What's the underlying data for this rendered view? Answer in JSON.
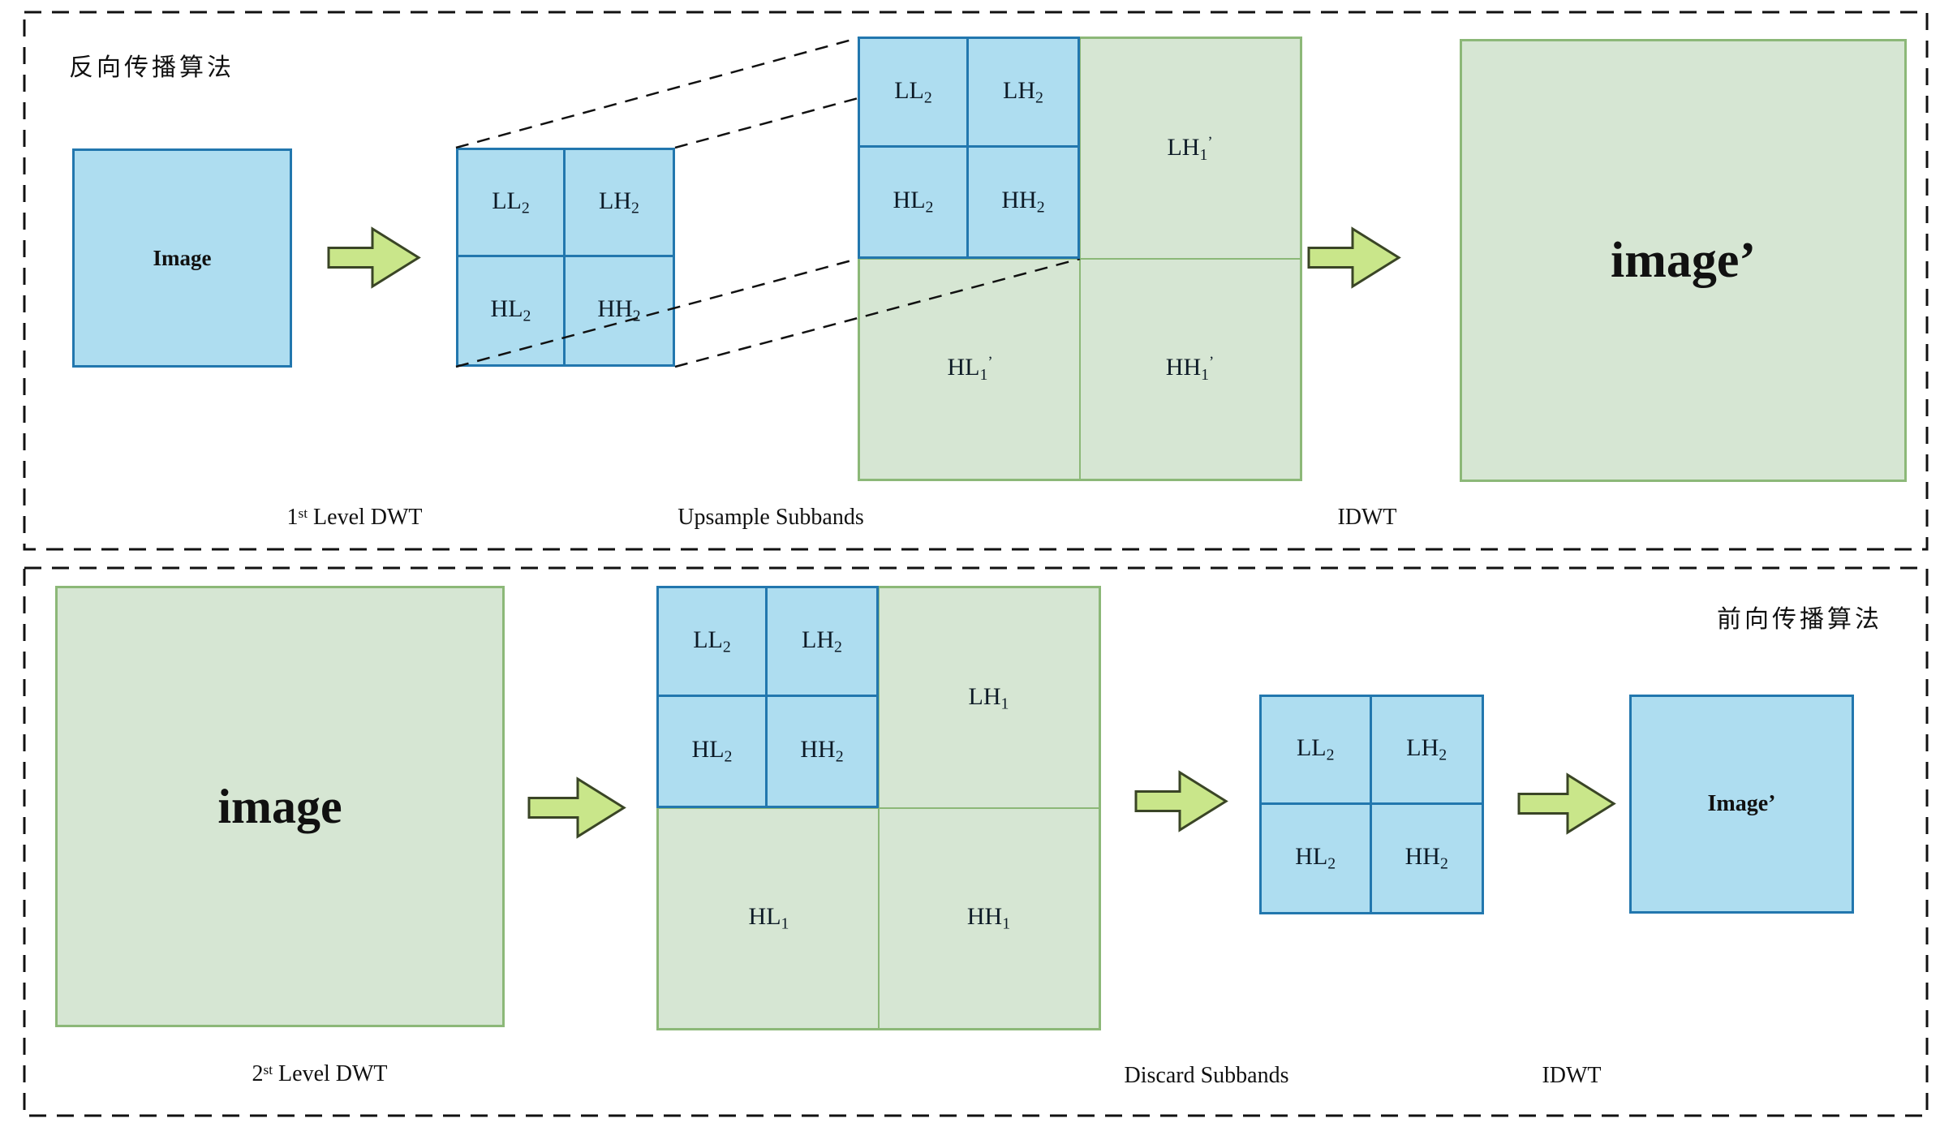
{
  "colors": {
    "blue_fill": "#aeddf0",
    "blue_border": "#2277ae",
    "green_fill": "#d6e6d3",
    "green_border": "#8cb878",
    "arrow_fill": "#c9e68a",
    "arrow_border": "#3a4526",
    "dash_line": "#111111"
  },
  "panel_backward": {
    "title": "反向传播算法",
    "input_image": {
      "label": "Image"
    },
    "step1_caption": {
      "num": "1",
      "sup": "st",
      "rest": " Level DWT"
    },
    "dwt_grid": {
      "cells": [
        {
          "base": "LL",
          "sub": "2"
        },
        {
          "base": "LH",
          "sub": "2"
        },
        {
          "base": "HL",
          "sub": "2"
        },
        {
          "base": "HH",
          "sub": "2"
        }
      ]
    },
    "upsample_caption": "Upsample Subbands",
    "upsample_square": {
      "grid": {
        "cells": [
          {
            "base": "LL",
            "sub": "2"
          },
          {
            "base": "LH",
            "sub": "2"
          },
          {
            "base": "HL",
            "sub": "2"
          },
          {
            "base": "HH",
            "sub": "2"
          }
        ]
      },
      "quadrants": [
        {
          "base": "LH",
          "sub": "1",
          "prime": "’"
        },
        {
          "base": "HL",
          "sub": "1",
          "prime": "’"
        },
        {
          "base": "HH",
          "sub": "1",
          "prime": "’"
        }
      ]
    },
    "idwt_caption": "IDWT",
    "output_image": {
      "label": "image’"
    }
  },
  "panel_forward": {
    "title": "前向传播算法",
    "input_image": {
      "label": "image"
    },
    "step1_caption": {
      "num": "2",
      "sup": "st",
      "rest": " Level DWT"
    },
    "decomposition_square": {
      "grid": {
        "cells": [
          {
            "base": "LL",
            "sub": "2"
          },
          {
            "base": "LH",
            "sub": "2"
          },
          {
            "base": "HL",
            "sub": "2"
          },
          {
            "base": "HH",
            "sub": "2"
          }
        ]
      },
      "quadrants": [
        {
          "base": "LH",
          "sub": "1"
        },
        {
          "base": "HL",
          "sub": "1"
        },
        {
          "base": "HH",
          "sub": "1"
        }
      ]
    },
    "discard_caption": "Discard Subbands",
    "discard_grid": {
      "cells": [
        {
          "base": "LL",
          "sub": "2"
        },
        {
          "base": "LH",
          "sub": "2"
        },
        {
          "base": "HL",
          "sub": "2"
        },
        {
          "base": "HH",
          "sub": "2"
        }
      ]
    },
    "idwt_caption": "IDWT",
    "output_image": {
      "label": "Image’"
    }
  }
}
